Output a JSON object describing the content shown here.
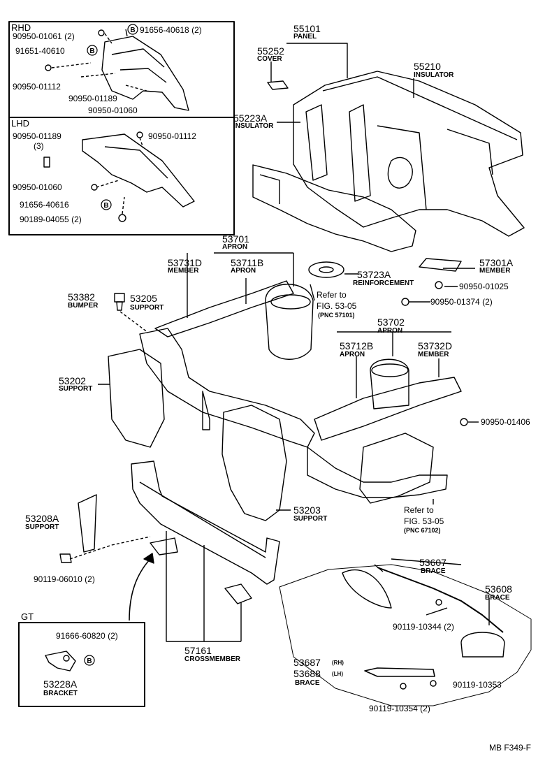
{
  "inset_rhd": {
    "title": "RHD",
    "labels": {
      "p1": "90950-01061 (2)",
      "p2": "91651-40610",
      "p3": "90950-01112",
      "p4": "90950-01189",
      "p5": "90950-01060",
      "p6": "91656-40618 (2)"
    }
  },
  "inset_lhd": {
    "title": "LHD",
    "labels": {
      "p1": "90950-01189",
      "p1b": "(3)",
      "p2": "90950-01112",
      "p3": "90950-01060",
      "p4": "91656-40616",
      "p5": "90189-04055 (2)"
    }
  },
  "inset_gt": {
    "title": "GT",
    "labels": {
      "p1": "91666-60820 (2)",
      "p2": "53228A",
      "p2_name": "BRACKET"
    }
  },
  "callouts": {
    "c55101": "55101",
    "c55101n": "PANEL",
    "c55252": "55252",
    "c55252n": "COVER",
    "c55210": "55210",
    "c55210n": "INSULATOR",
    "c55223": "55223A",
    "c55223n": "INSULATOR",
    "c53701": "53701",
    "c53701n": "APRON",
    "c53731": "53731D",
    "c53731n": "MEMBER",
    "c53711": "53711B",
    "c53711n": "APRON",
    "c53723": "53723A",
    "c53723n": "REINFORCEMENT",
    "c57301": "57301A",
    "c57301n": "MEMBER",
    "c01025": "90950-01025",
    "c01374": "90950-01374 (2)",
    "c53382": "53382",
    "c53382n": "BUMPER",
    "c53205": "53205",
    "c53205n": "SUPPORT",
    "ref1a": "Refer to",
    "ref1b": "FIG. 53-05",
    "ref1c": "(PNC 57101)",
    "c53702": "53702",
    "c53702n": "APRON",
    "c53712": "53712B",
    "c53712n": "APRON",
    "c53732": "53732D",
    "c53732n": "MEMBER",
    "c53202": "53202",
    "c53202n": "SUPPORT",
    "c01406": "90950-01406",
    "c53203": "53203",
    "c53203n": "SUPPORT",
    "ref2a": "Refer to",
    "ref2b": "FIG. 53-05",
    "ref2c": "(PNC 67102)",
    "c53208": "53208A",
    "c53208n": "SUPPORT",
    "c06010": "90119-06010 (2)",
    "c53607": "53607",
    "c53607n": "BRACE",
    "c53608": "53608",
    "c53608n": "BRACE",
    "c10344": "90119-10344 (2)",
    "c53687": "53687",
    "c53687s": "(RH)",
    "c53688": "53688",
    "c53688s": "(LH)",
    "c53688n": "BRACE",
    "c10353": "90119-10353",
    "c10354": "90119-10354 (2)",
    "c57161": "57161",
    "c57161n": "CROSSMEMBER"
  },
  "footer": {
    "code": "MB F349-F"
  }
}
